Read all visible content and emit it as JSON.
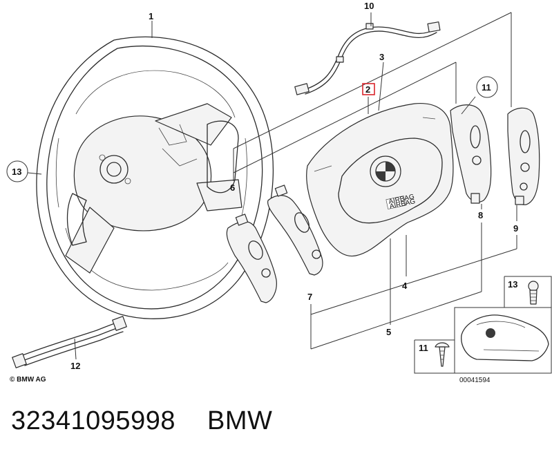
{
  "diagram": {
    "callouts": {
      "c1": "1",
      "c2": "2",
      "c3": "3",
      "c4": "4",
      "c5": "5",
      "c6": "6",
      "c7": "7",
      "c8": "8",
      "c9": "9",
      "c10": "10",
      "c11_top": "11",
      "c11_bottom": "11",
      "c12": "12",
      "c13_left": "13",
      "c13_right": "13"
    },
    "copyright": "© BMW AG",
    "image_number": "00041594",
    "airbag_label_line1": "AIRBAG",
    "airbag_label_line2": "AIRBAG",
    "highlighted_callout": "2",
    "highlight_color": "#d9262c"
  },
  "footer": {
    "part_number": "32341095998",
    "brand": "BMW"
  }
}
